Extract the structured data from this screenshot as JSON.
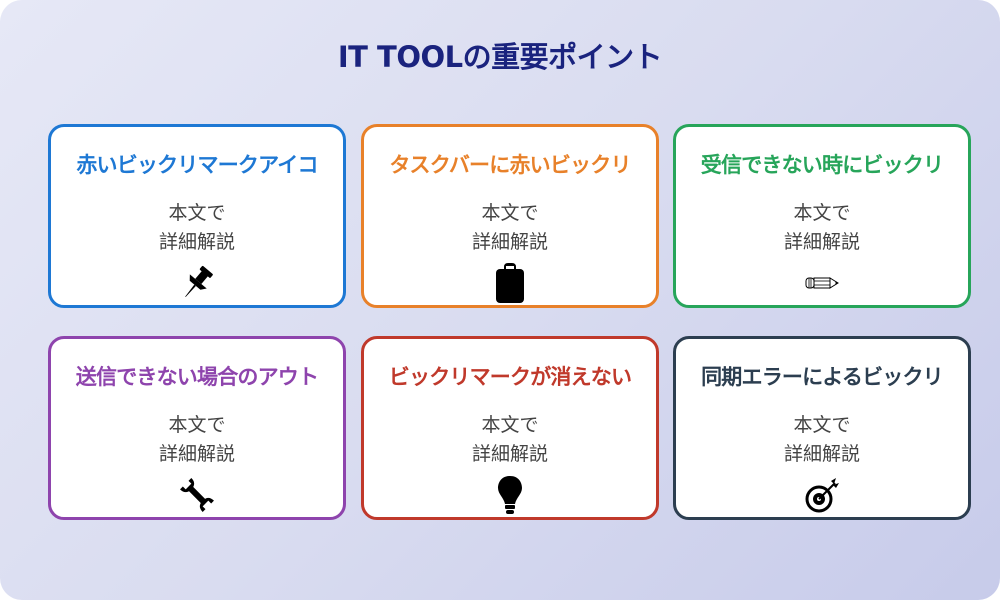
{
  "title": "IT TOOLの重要ポイント",
  "colors": {
    "title": "#1a237e",
    "background_start": "#e6e8f6",
    "background_end": "#c7cbea",
    "body_text": "#444444"
  },
  "cards": [
    {
      "heading": "赤いビックリマークアイコ",
      "line1": "本文で",
      "line2": "詳細解説",
      "icon": "pushpin-icon",
      "color": "#1e78d4"
    },
    {
      "heading": "タスクバーに赤いビックリ",
      "line1": "本文で",
      "line2": "詳細解説",
      "icon": "clipboard-icon",
      "color": "#e8812a"
    },
    {
      "heading": "受信できない時にビックリ",
      "line1": "本文で",
      "line2": "詳細解説",
      "icon": "pencil-icon",
      "color": "#27a55a"
    },
    {
      "heading": "送信できない場合のアウト",
      "line1": "本文で",
      "line2": "詳細解説",
      "icon": "wrench-icon",
      "color": "#8e44ad"
    },
    {
      "heading": "ビックリマークが消えない",
      "line1": "本文で",
      "line2": "詳細解説",
      "icon": "lightbulb-icon",
      "color": "#c0392b"
    },
    {
      "heading": "同期エラーによるビックリ",
      "line1": "本文で",
      "line2": "詳細解説",
      "icon": "target-icon",
      "color": "#2c3e50"
    }
  ]
}
